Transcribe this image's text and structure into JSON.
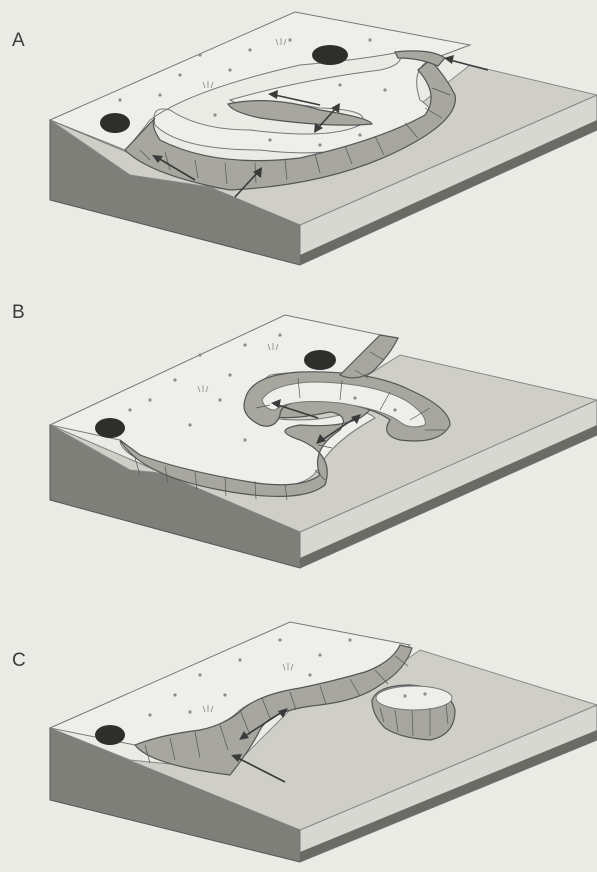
{
  "panels": [
    {
      "label": "A"
    },
    {
      "label": "B"
    },
    {
      "label": "C"
    }
  ],
  "colors": {
    "plateau": "#eeeeea",
    "scarp": "#a7a7a0",
    "lowland": "#cfcfc8",
    "block_side": "#7f7f7a",
    "arrow": "#3a3a3a"
  }
}
